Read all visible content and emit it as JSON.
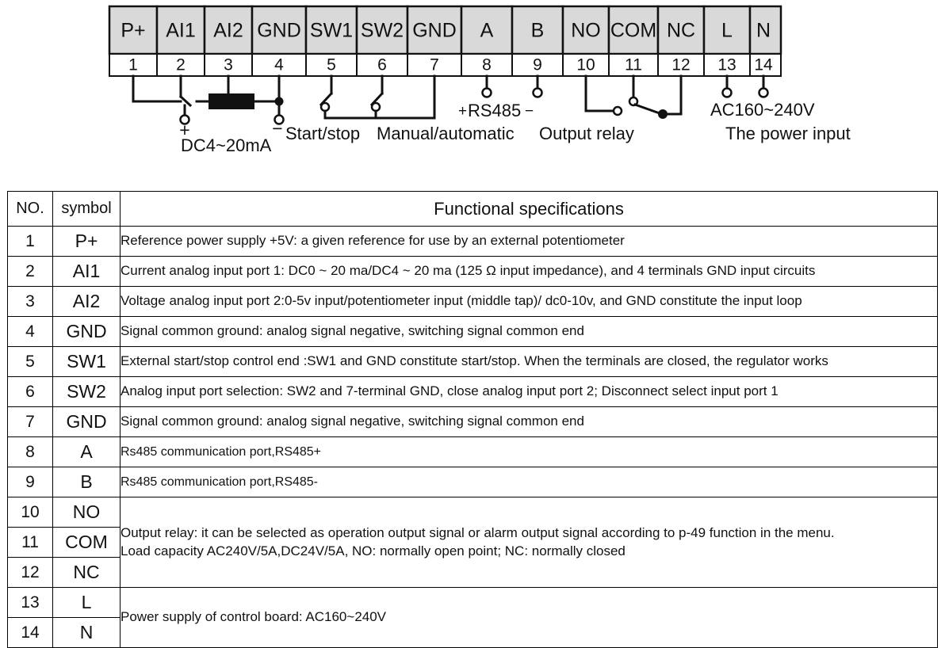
{
  "diagram": {
    "terminals": [
      {
        "num": "1",
        "symbol": "P+"
      },
      {
        "num": "2",
        "symbol": "AI1"
      },
      {
        "num": "3",
        "symbol": "AI2"
      },
      {
        "num": "4",
        "symbol": "GND"
      },
      {
        "num": "5",
        "symbol": "SW1"
      },
      {
        "num": "6",
        "symbol": "SW2"
      },
      {
        "num": "7",
        "symbol": "GND"
      },
      {
        "num": "8",
        "symbol": "A"
      },
      {
        "num": "9",
        "symbol": "B"
      },
      {
        "num": "10",
        "symbol": "NO"
      },
      {
        "num": "11",
        "symbol": "COM"
      },
      {
        "num": "12",
        "symbol": "NC"
      },
      {
        "num": "13",
        "symbol": "L"
      },
      {
        "num": "14",
        "symbol": "N"
      }
    ],
    "annotations": {
      "analog_plus": "+",
      "analog_minus": "−",
      "analog_input": "DC4~20mA",
      "start_stop": "Start/stop",
      "manual_automatic": "Manual/automatic",
      "rs485_plus": "+",
      "rs485": "RS485",
      "rs485_minus": "−",
      "output_relay": "Output relay",
      "ac_range": "AC160~240V",
      "power_input": "The power input"
    },
    "colors": {
      "terminal_fill": "#d9d9d9",
      "wire": "#111111",
      "resistor": "#111111"
    }
  },
  "table": {
    "headers": {
      "no": "NO.",
      "symbol": "symbol",
      "description": "Functional specifications"
    },
    "rows": [
      {
        "no": "1",
        "symbol": "P+",
        "desc": "Reference power supply +5V: a given reference for use by an external potentiometer"
      },
      {
        "no": "2",
        "symbol": "AI1",
        "desc": "Current analog input port 1: DC0 ~ 20 ma/DC4 ~ 20 ma (125 Ω input impedance), and 4 terminals GND input circuits"
      },
      {
        "no": "3",
        "symbol": "AI2",
        "desc": "Voltage analog input port 2:0-5v input/potentiometer input (middle tap)/ dc0-10v, and GND constitute the input loop"
      },
      {
        "no": "4",
        "symbol": "GND",
        "desc": "Signal common ground: analog signal negative, switching signal common end"
      },
      {
        "no": "5",
        "symbol": "SW1",
        "desc": "External start/stop control end :SW1 and GND constitute start/stop. When the terminals are closed, the regulator works"
      },
      {
        "no": "6",
        "symbol": "SW2",
        "desc": "Analog input port selection: SW2 and 7-terminal GND, close analog input port 2; Disconnect select input port 1"
      },
      {
        "no": "7",
        "symbol": "GND",
        "desc": "Signal common ground: analog signal negative, switching signal common end"
      },
      {
        "no": "8",
        "symbol": "A",
        "desc": "Rs485 communication port,RS485+"
      },
      {
        "no": "9",
        "symbol": "B",
        "desc": "Rs485 communication port,RS485-"
      },
      {
        "no": "10",
        "symbol": "NO",
        "desc": null
      },
      {
        "no": "11",
        "symbol": "COM",
        "desc": null
      },
      {
        "no": "12",
        "symbol": "NC",
        "desc": null
      },
      {
        "no": "13",
        "symbol": "L",
        "desc": null
      },
      {
        "no": "14",
        "symbol": "N",
        "desc": null
      }
    ],
    "merged": {
      "relay_line1": "Output relay: it can be selected as operation output signal or alarm output signal according to p-49 function in the menu.",
      "relay_line2": "Load capacity AC240V/5A,DC24V/5A, NO: normally open point; NC: normally closed",
      "power": "Power supply of control board: AC160~240V"
    }
  }
}
